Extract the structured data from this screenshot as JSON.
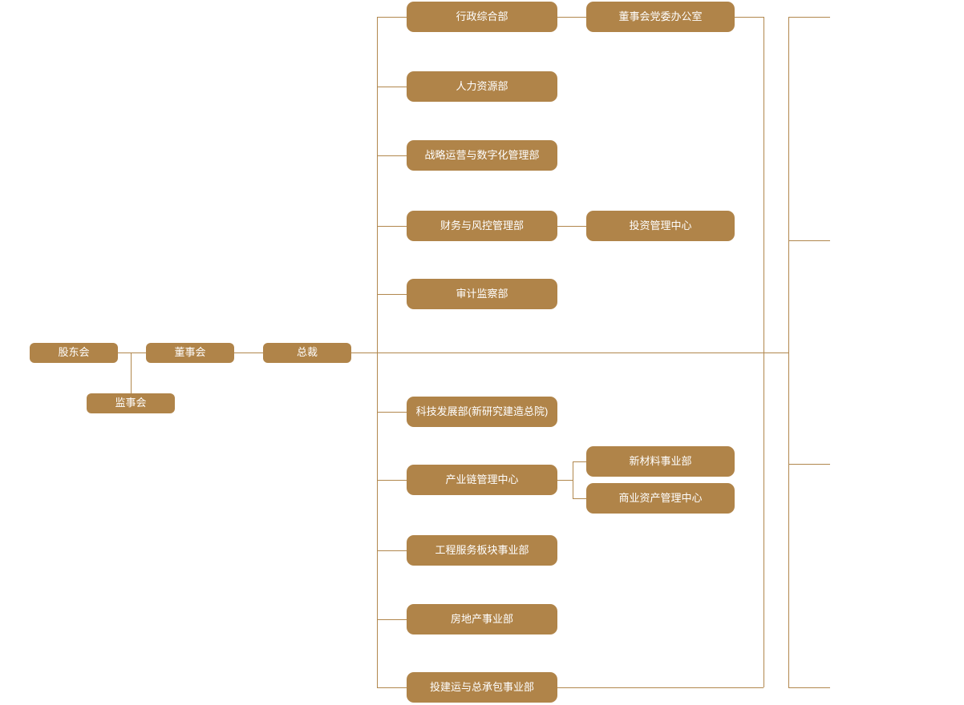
{
  "colors": {
    "node_fill": "#B08449",
    "node_text": "#FFFFFF",
    "connector": "#B1874D",
    "background": "#FFFFFF"
  },
  "org": {
    "governance": [
      {
        "label": "股东会"
      },
      {
        "label": "董事会"
      },
      {
        "label": "总裁"
      },
      {
        "label": "监事会"
      }
    ],
    "departments": [
      {
        "label": "行政综合部"
      },
      {
        "label": "人力资源部"
      },
      {
        "label": "战略运营与数字化管理部"
      },
      {
        "label": "财务与风控管理部"
      },
      {
        "label": "审计监察部"
      },
      {
        "label": "科技发展部(新研究建造总院)"
      },
      {
        "label": "产业链管理中心"
      },
      {
        "label": "工程服务板块事业部"
      },
      {
        "label": "房地产事业部"
      },
      {
        "label": "投建运与总承包事业部"
      }
    ],
    "sub_departments": [
      {
        "label": "董事会党委办公室",
        "parent": "行政综合部"
      },
      {
        "label": "投资管理中心",
        "parent": "财务与风控管理部"
      },
      {
        "label": "新材料事业部",
        "parent": "产业链管理中心"
      },
      {
        "label": "商业资产管理中心",
        "parent": "产业链管理中心"
      }
    ]
  }
}
